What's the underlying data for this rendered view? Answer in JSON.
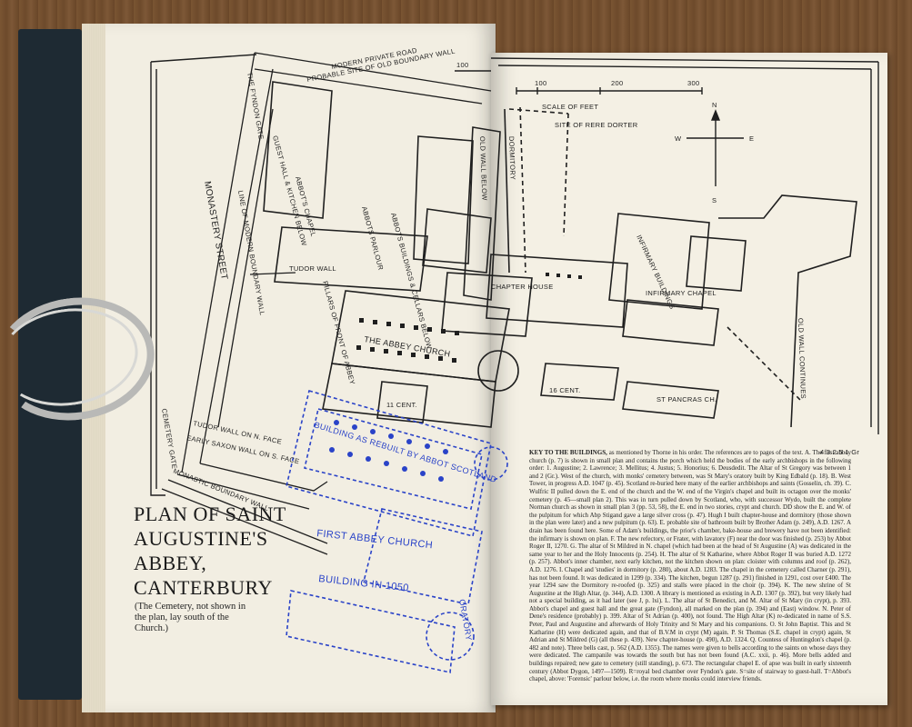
{
  "title_lines": [
    "PLAN OF SAINT",
    "AUGUSTINE'S",
    "ABBEY,",
    "CANTERBURY"
  ],
  "caption": "(The Cemetery, not shown in the plan, lay south of the Church.)",
  "scale": {
    "label": "SCALE OF FEET",
    "ticks": [
      "100",
      "200",
      "300"
    ],
    "left_tick": "100"
  },
  "compass": {
    "n": "N",
    "s": "S",
    "e": "E",
    "w": "W"
  },
  "street_labels": {
    "road": "MODERN PRIVATE ROAD",
    "boundary": "PROBABLE SITE OF OLD BOUNDARY WALL",
    "gate": "THE FYNDON GATE",
    "street": "MONASTERY STREET",
    "line": "LINE OF MODERN BOUNDARY WALL",
    "tudor": "TUDOR WALL",
    "tudor_n": "TUDOR WALL ON N. FACE",
    "saxon": "EARLY SAXON WALL ON S. FACE",
    "cemetery_gate": "CEMETERY GATE",
    "monastic": "MONASTIC BOUNDARY WALL",
    "old_wall": "OLD WALL CONTINUES",
    "rere_dorter": "SITE OF RERE DORTER",
    "wall_below": "OLD WALL BELOW"
  },
  "building_labels": {
    "abbey_church": "THE ABBEY CHURCH",
    "chapter_house": "CHAPTER HOUSE",
    "dormitory": "DORMITORY",
    "infirmary_buildings": "INFIRMARY BUILDINGS",
    "infirmary_chapel": "INFIRMARY CHAPEL",
    "st_pancras": "ST PANCRAS CH.",
    "cent_a": "11 CENT.",
    "cent_b": "16 CENT.",
    "abbots_parlour": "ABBOTS PARLOUR",
    "abbots_buildings": "ABBOTS BUILDINGS & CELLARS BELOW",
    "guest_hall": "GUEST HALL & KITCHEN BELOW",
    "abbots_chapel": "ABBOT'S CHAPEL",
    "pillars": "PILLARS OF FRONT OF ABBEY"
  },
  "blue_labels": {
    "rebuilt": "BUILDING AS REBUILT BY ABBOT SCOTLAND",
    "first_church": "FIRST ABBEY CHURCH",
    "building_1050": "BUILDING IN 1050",
    "oratory": "ORATORY"
  },
  "page_numerals": "4 3 2 5 1 Gr",
  "key": {
    "heading": "KEY TO THE BUILDINGS,",
    "body": "as mentioned by Thorne in his order. The references are to pages of the text. A. The first abbey church (p. 7) is shown in small plan and contains the porch which held the bodies of the early archbishops in the following order: 1. Augustine; 2. Lawrence; 3. Mellitus; 4. Justus; 5. Honorius; 6. Deusdedit. The Altar of St Gregory was between 1 and 2 (Gr.). West of the church, with monks' cemetery between, was St Mary's oratory built by King Edbald (p. 18). B. West Tower, in progress A.D. 1047 (p. 45). Scotland re-buried here many of the earlier archbishops and saints (Gosselin, ch. 39). C. Wulfric II pulled down the E. end of the church and the W. end of the Virgin's chapel and built its octagon over the monks' cemetery (p. 45—small plan 2). This was in turn pulled down by Scotland, who, with successor Wydo, built the complete Norman church as shown in small plan 3 (pp. 53, 58), the E. end in two stories, crypt and church. DD show the E. and W. of the pulpitum for which Abp Stigand gave a large silver cross (p. 47). Hugh I built chapter-house and dormitory (those shown in the plan were later) and a new pulpitum (p. 63). E. probable site of bathroom built by Brother Adam (p. 249), A.D. 1267. A drain has been found here. Some of Adam's buildings, the prior's chamber, bake-house and brewery have not been identified: the infirmary is shown on plan. F. The new refectory, or Frater, with lavatory (F) near the door was finished (p. 253) by Abbot Roger II, 1270. G. The altar of St Mildred in N. chapel (which had been at the head of St Augustine (A) was dedicated in the same year to her and the Holy Innocents (p. 254). H. The altar of St Katharine, where Abbot Roger II was buried A.D. 1272 (p. 257). Abbot's inner chamber, next early kitchen, not the kitchen shown on plan: cloister with columns and roof (p. 262), A.D. 1276. I. Chapel and 'studies' in dormitory (p. 280), about A.D. 1283. The chapel in the cemetery called Charner (p. 291), has not been found. It was dedicated in 1299 (p. 334). The kitchen, begun 1287 (p. 291) finished in 1291, cost over £400. The year 1294 saw the Dormitory re-roofed (p. 325) and stalls were placed in the choir (p. 394). K. The new shrine of St Augustine at the High Altar, (p. 344), A.D. 1300. A library is mentioned as existing in A.D. 1307 (p. 392), but very likely had not a special building, as it had later (see J, p. lxi). L. The altar of St Benedict, and M. Altar of St Mary (in crypt), p. 393. Abbot's chapel and guest hall and the great gate (Fyndon), all marked on the plan (p. 394) and (East) window. N. Peter of Dene's residence (probably) p. 399. Altar of St Adrian (p. 400), not found. The High Altar (K) re-dedicated in name of S.S. Peter, Paul and Augustine and afterwards of Holy Trinity and St Mary and his companions. O. St John Baptist. This and St Katharine (H) were dedicated again, and that of B.V.M in crypt (M) again. P. St Thomas (S.E. chapel in crypt) again, St Adrian and St Mildred (G) (all these p. 439). New chapter-house (p. 490), A.D. 1324. Q. Countess of Huntingdon's chapel (p. 482 and note). Three bells cast, p. 562 (A.D. 1355). The names were given to bells according to the saints on whose days they were dedicated. The campanile was towards the south but has not been found (A.C. xxii, p. 46). More bells added and buildings repaired; new gate to cemetery (still standing), p. 673. The rectangular chapel E. of apse was built in early sixteenth century (Abbot Dygon, 1497—1509). R=royal bed chamber over Fyndon's gate. S=site of stairway to guest-hall. T=Abbot's chapel, above: 'Forensic' parlour below, i.e. the room where monks could interview friends."
  }
}
